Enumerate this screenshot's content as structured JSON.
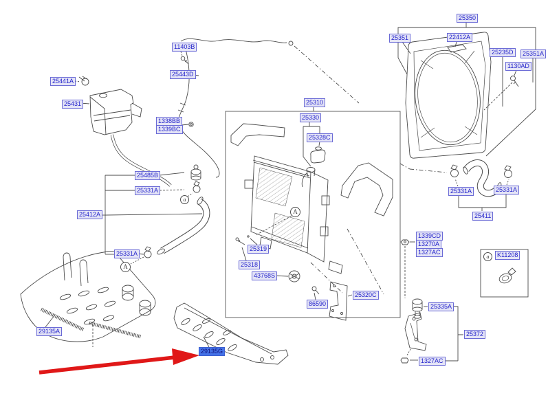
{
  "colors": {
    "label_fill": "#e4e4f6",
    "label_border": "#6b6bd6",
    "label_text": "#2424cc",
    "highlight_fill": "#4573e8",
    "highlight_text": "#0d0d78",
    "arrow_red": "#e01818",
    "line_art": "#4a4a4a"
  },
  "labels": [
    {
      "text": "11403B"
    },
    {
      "text": "25443D"
    },
    {
      "text": "25441A"
    },
    {
      "text": "25431"
    },
    {
      "text": "1338BB"
    },
    {
      "text": "1339BC"
    },
    {
      "text": "25485B"
    },
    {
      "text": "25331A"
    },
    {
      "text": "25412A"
    },
    {
      "text": "25331A"
    },
    {
      "text": "29135A"
    },
    {
      "text": "29135G",
      "highlighted": true
    },
    {
      "text": "25310"
    },
    {
      "text": "25330"
    },
    {
      "text": "25328C"
    },
    {
      "text": "25319"
    },
    {
      "text": "25318"
    },
    {
      "text": "43768S"
    },
    {
      "text": "86590"
    },
    {
      "text": "25320C"
    },
    {
      "text": "25350"
    },
    {
      "text": "25351"
    },
    {
      "text": "22412A"
    },
    {
      "text": "25235D"
    },
    {
      "text": "25351A"
    },
    {
      "text": "1130AD"
    },
    {
      "text": "25331A"
    },
    {
      "text": "25331A"
    },
    {
      "text": "25411"
    },
    {
      "text": "1339CD"
    },
    {
      "text": "13270A"
    },
    {
      "text": "1327AC"
    },
    {
      "text": "K11208"
    },
    {
      "text": "25335A"
    },
    {
      "text": "25372"
    },
    {
      "text": "1327AC"
    }
  ],
  "markers": [
    "a",
    "A",
    "A",
    "a"
  ]
}
